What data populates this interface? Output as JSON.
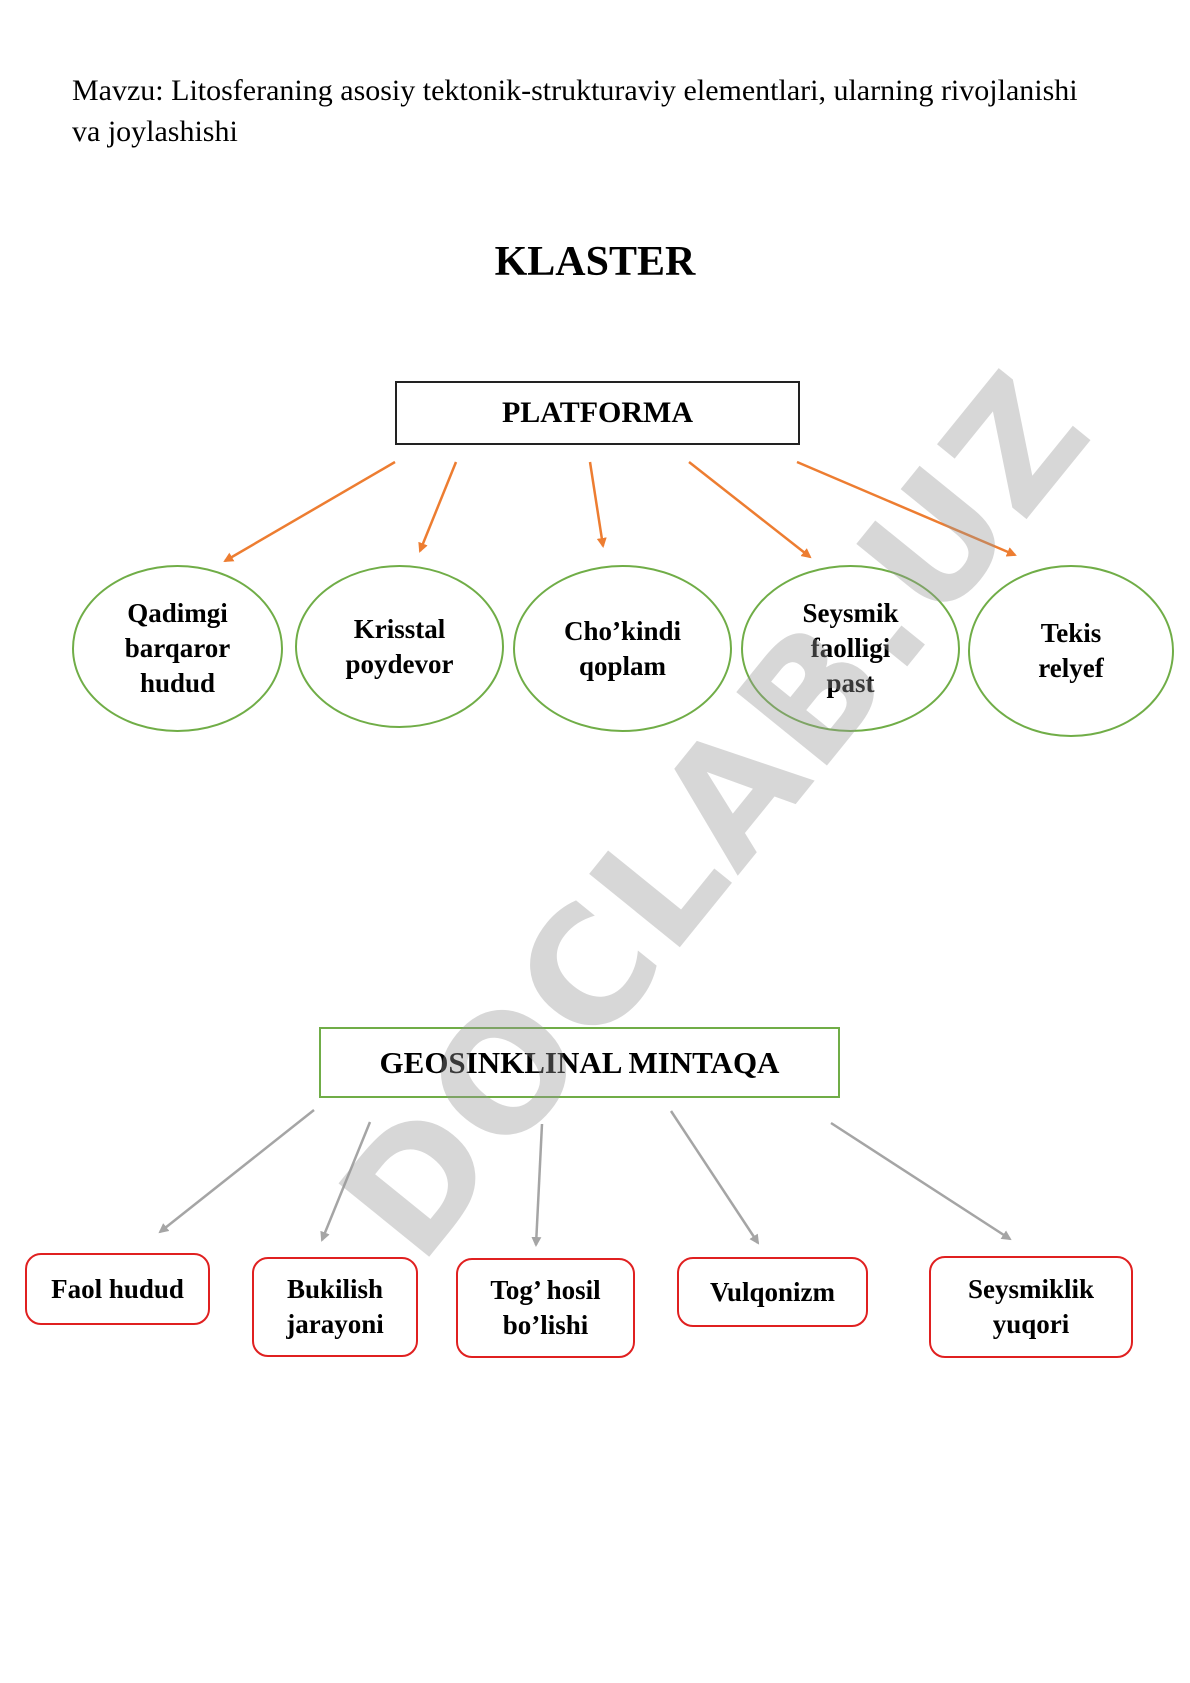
{
  "topic": "Mavzu: Litosferaning asosiy tektonik-strukturaviy elementlari, ularning rivojlanishi va joylashishi",
  "title": "KLASTER",
  "platforma": {
    "label": "PLATFORMA",
    "children": [
      "Qadimgi\nbarqaror\nhudud",
      "Krisstal\npoydevor",
      "Cho’kindi\nqoplam",
      "Seysmik\nfaolligi\npast",
      "Tekis\nrelyef"
    ]
  },
  "geosinklinal": {
    "label": "GEOSINKLINAL MINTAQA",
    "children": [
      "Faol hudud",
      "Bukilish\njarayoni",
      "Tog’ hosil\nbo’lishi",
      "Vulqonizm",
      "Seysmiklik\nyuqori"
    ]
  },
  "watermark": "DOCLAB.UZ",
  "colors": {
    "orange_arrow": "#ed7d31",
    "grey_arrow": "#a5a5a5",
    "green_border": "#70ad47",
    "red_border": "#e02020"
  }
}
